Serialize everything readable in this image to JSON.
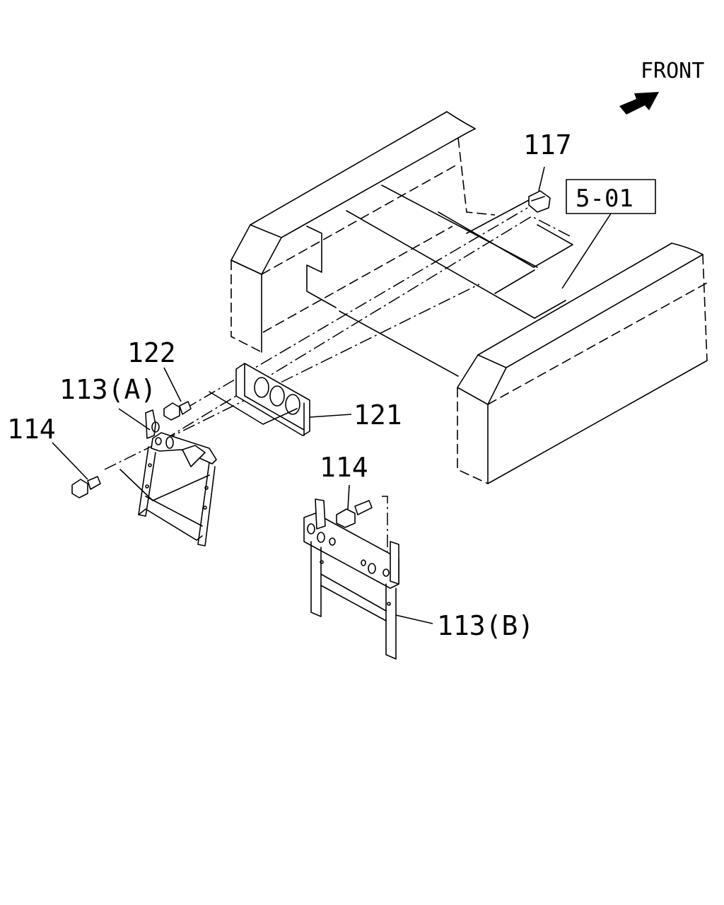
{
  "diagram": {
    "front_label": "FRONT",
    "ref_box": "5-01",
    "callouts": {
      "c117": "117",
      "c122": "122",
      "c113a": "113(A)",
      "c114a": "114",
      "c121": "121",
      "c114b": "114",
      "c113b": "113(B)"
    }
  },
  "colors": {
    "line": "#000000",
    "background": "#ffffff"
  },
  "icons": {
    "direction": "front-arrow-icon"
  }
}
